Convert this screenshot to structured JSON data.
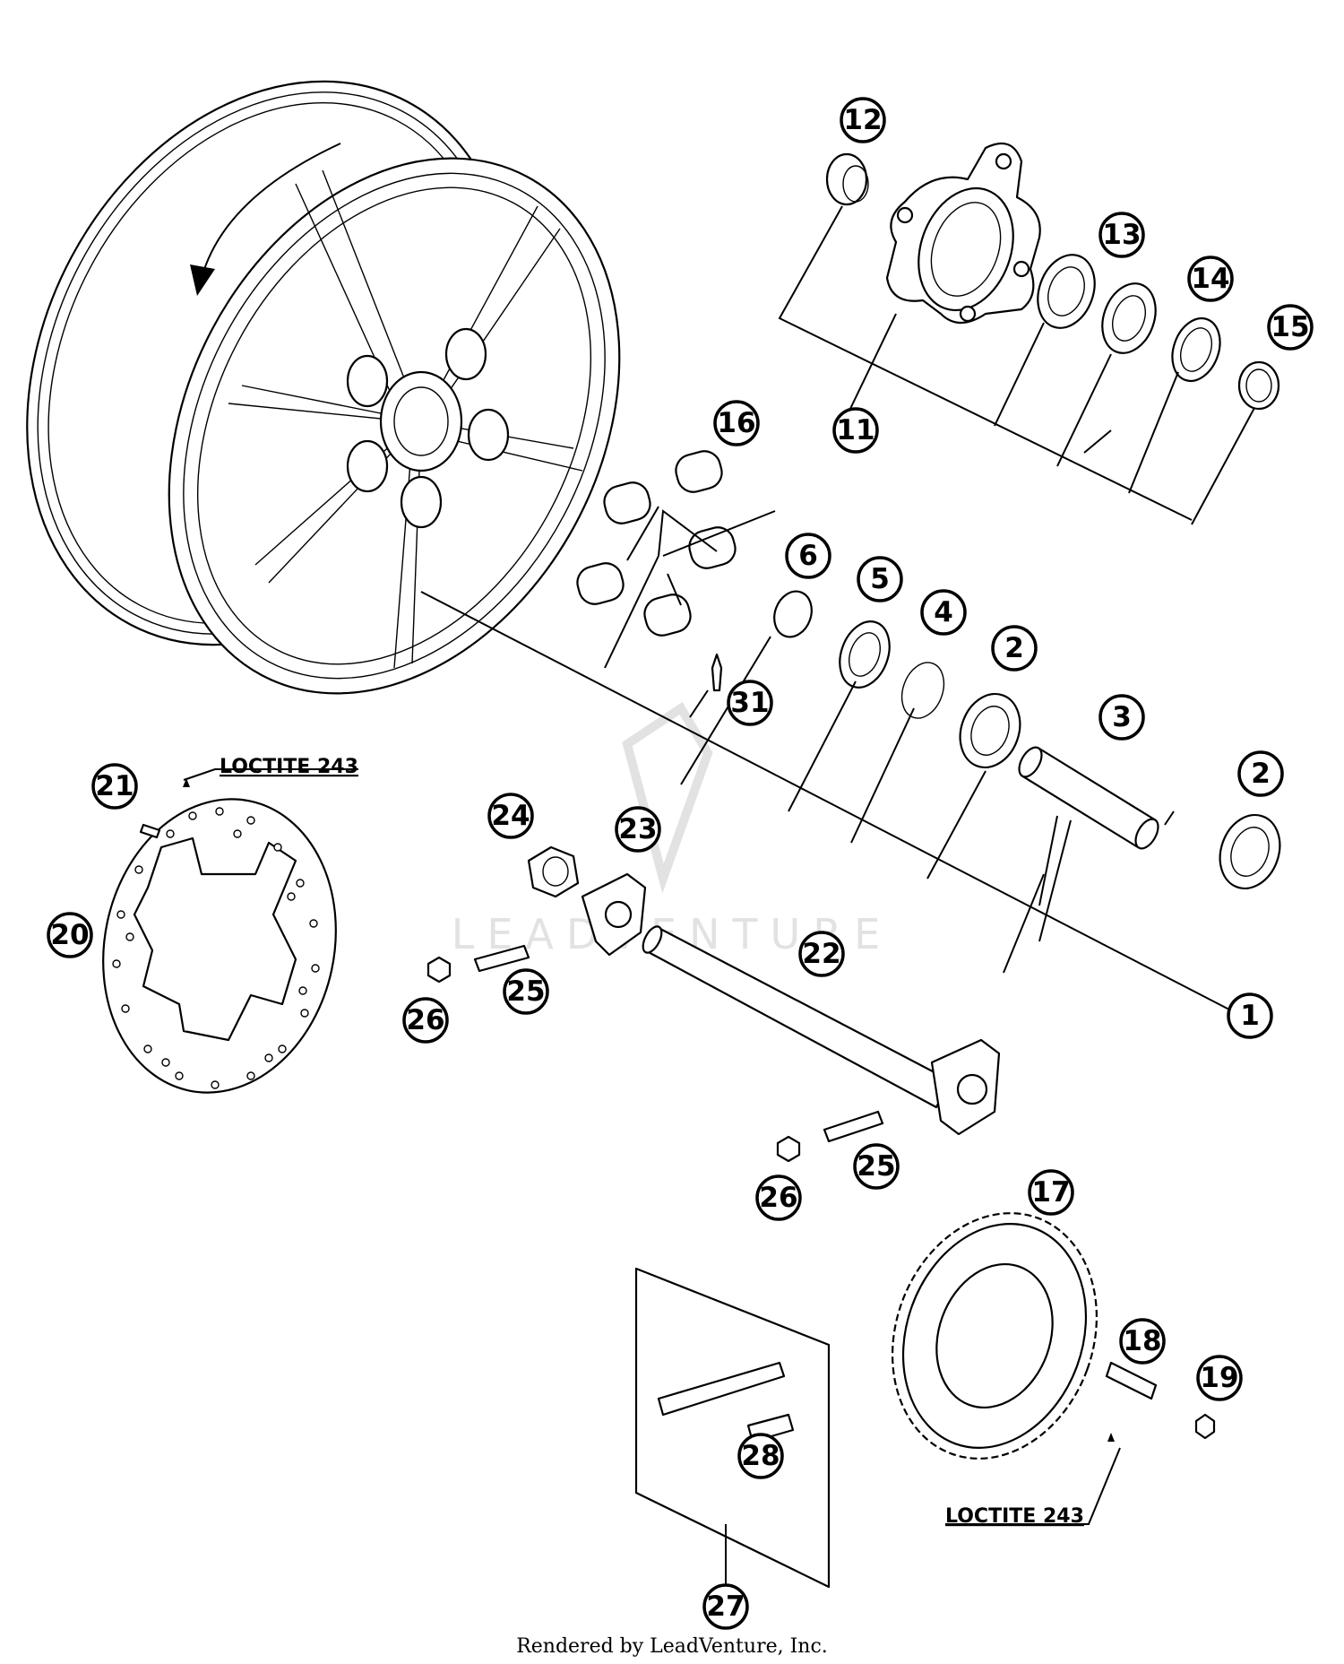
{
  "callouts": {
    "c1": "1",
    "c2a": "2",
    "c2b": "2",
    "c3": "3",
    "c4": "4",
    "c5": "5",
    "c6": "6",
    "c11": "11",
    "c12": "12",
    "c13": "13",
    "c14": "14",
    "c15": "15",
    "c16": "16",
    "c17": "17",
    "c18": "18",
    "c19": "19",
    "c20": "20",
    "c21": "21",
    "c22": "22",
    "c23": "23",
    "c24": "24",
    "c25a": "25",
    "c25b": "25",
    "c26a": "26",
    "c26b": "26",
    "c27": "27",
    "c28": "28",
    "c31": "31"
  },
  "notes": {
    "loctite_brake": "LOCTITE 243",
    "loctite_sprocket": "LOCTITE 243"
  },
  "watermark": "LEADVENTURE",
  "footer": "Rendered by LeadVenture, Inc."
}
